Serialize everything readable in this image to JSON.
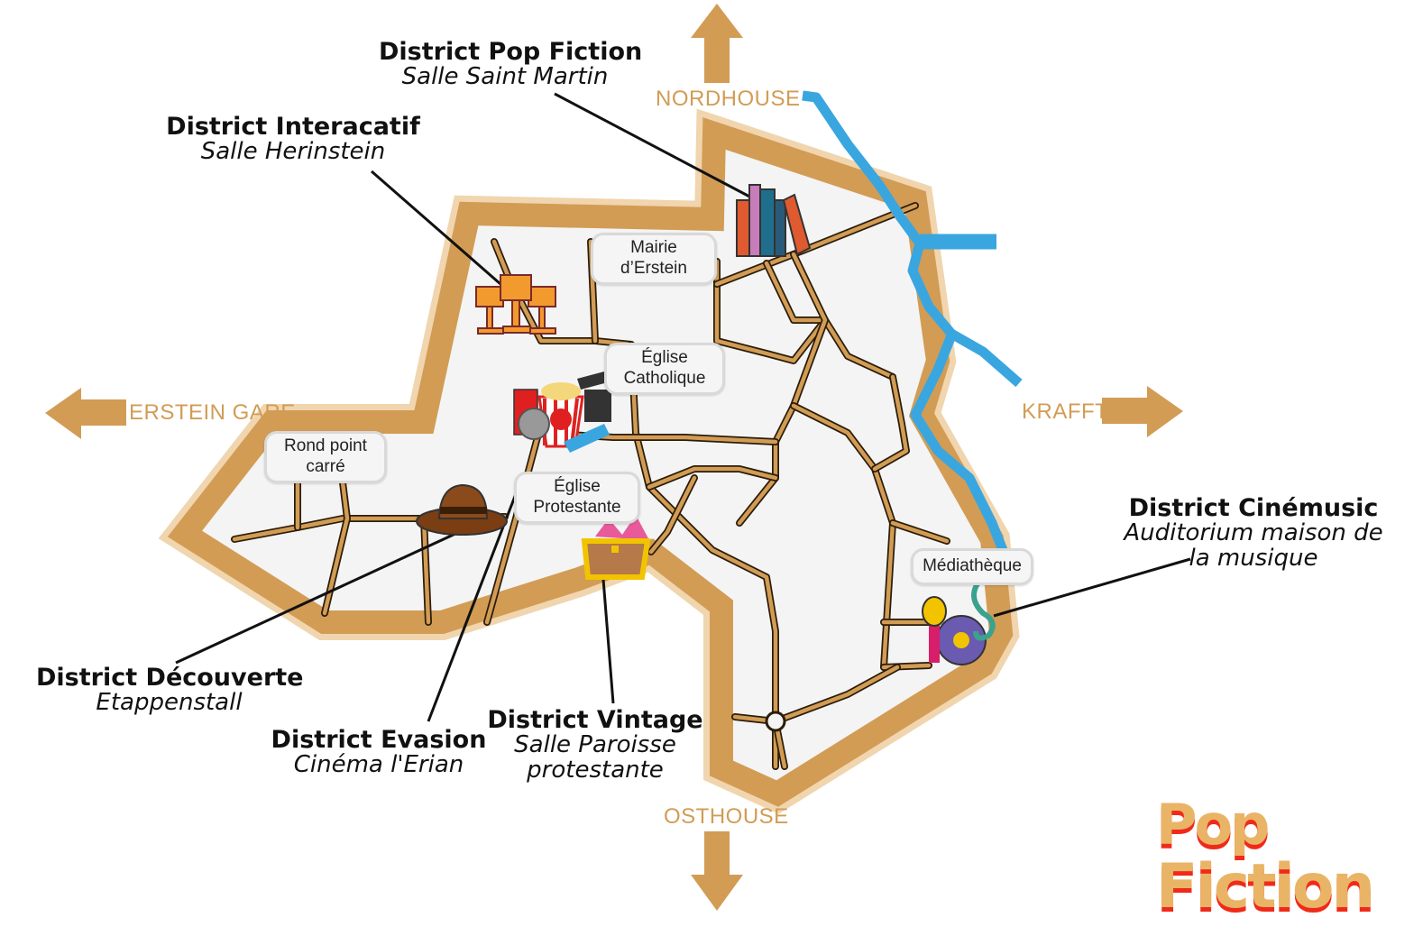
{
  "colors": {
    "border": "#D29C55",
    "halo": "#F0D5AE",
    "river": "#3AA6E0",
    "ground": "#F4F4F4",
    "road_edge": "#2b1d0a",
    "logo_fill": "#E9B466",
    "logo_shadow": "#F02A1A"
  },
  "directions": {
    "north": "NORDHOUSE",
    "south": "OSTHOUSE",
    "west": "ERSTEIN GARE",
    "east": "KRAFFT"
  },
  "districts": [
    {
      "name": "District Pop Fiction",
      "venue": "Salle Saint Martin",
      "icon": "books-icon"
    },
    {
      "name": "District Interacatif",
      "venue": "Salle Herinstein",
      "icon": "trophies-icon"
    },
    {
      "name": "District Cinémusic",
      "venue": "Auditorium maison de la musique",
      "venue_line1": "Auditorium maison de",
      "venue_line2": "la musique",
      "icon": "music-icon"
    },
    {
      "name": "District Découverte",
      "venue": "Etappenstall",
      "icon": "hat-icon"
    },
    {
      "name": "District Evasion",
      "venue": "Cinéma l'Erian",
      "icon": "cinema-icon"
    },
    {
      "name": "District Vintage",
      "venue": "Salle Paroisse protestante",
      "venue_line1": "Salle Paroisse",
      "venue_line2": "protestante",
      "icon": "treasure-chest-icon"
    }
  ],
  "landmarks": [
    {
      "line1": "Mairie",
      "line2": "d’Erstein"
    },
    {
      "line1": "Église",
      "line2": "Catholique"
    },
    {
      "line1": "Rond point",
      "line2": "carré"
    },
    {
      "line1": "Église",
      "line2": "Protestante"
    },
    {
      "line1": "Médiathèque",
      "line2": ""
    }
  ],
  "logo": {
    "line1": "Pop",
    "line2": "Fiction"
  }
}
